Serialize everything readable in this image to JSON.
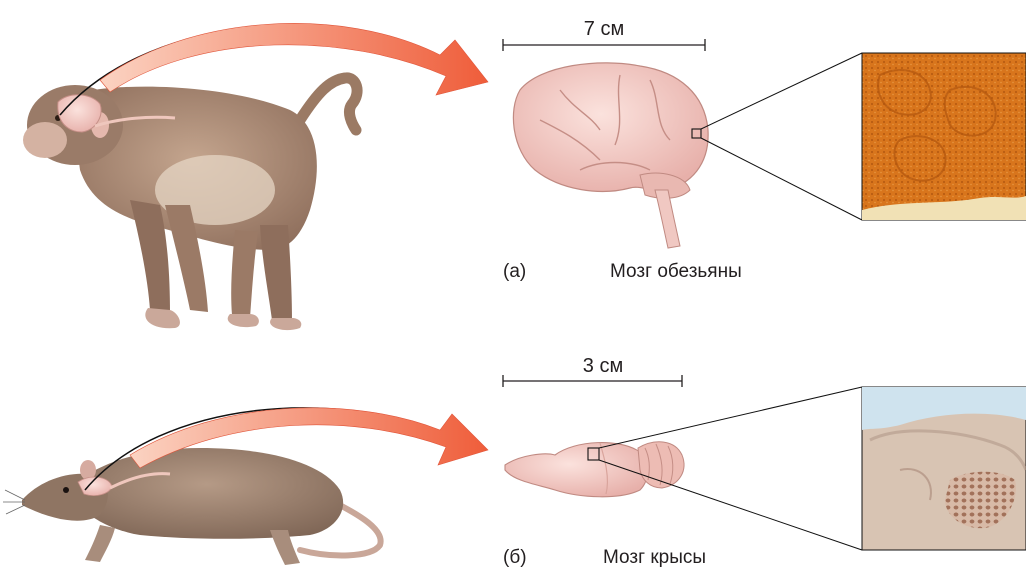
{
  "panel_a": {
    "letter": "(а)",
    "caption": "Мозг обезьяны",
    "scale_label": "7 см",
    "animal_icon": "monkey-illustration",
    "organ_icon": "monkey-brain-illustration",
    "micrograph_icon": "cortex-micrograph-orange"
  },
  "panel_b": {
    "letter": "(б)",
    "caption": "Мозг крысы",
    "scale_label": "3 см",
    "animal_icon": "rat-illustration",
    "organ_icon": "rat-brain-illustration",
    "micrograph_icon": "barrel-cortex-micrograph"
  },
  "colors": {
    "arrow": "#ef6b4b",
    "brain": "#f3c9c4",
    "micrograph_a": "#d9751a",
    "micrograph_b": "#d6c0ad",
    "text": "#231f20"
  }
}
